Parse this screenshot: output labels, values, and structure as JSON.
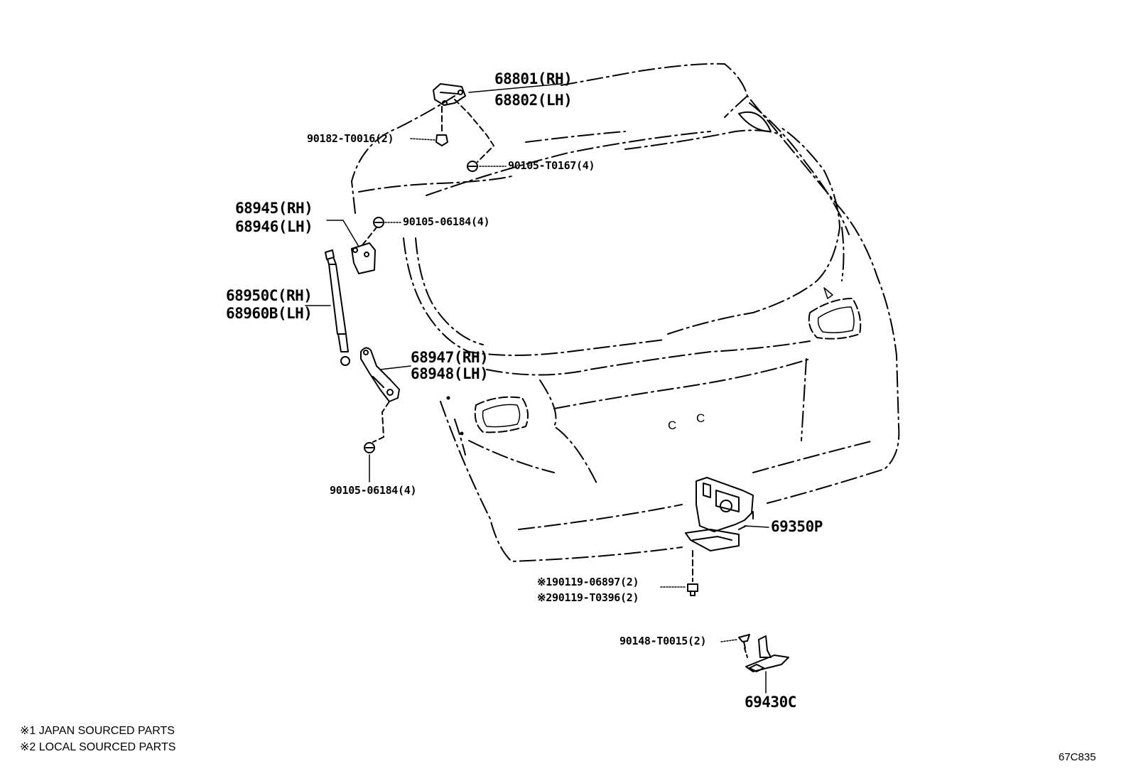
{
  "labels": {
    "hinge": {
      "rh": "68801(RH)",
      "lh": "68802(LH)"
    },
    "nut_hinge": "90182-T0016(2)",
    "bolt_hinge": "90105-T0167(4)",
    "upper_bracket": {
      "rh": "68945(RH)",
      "lh": "68946(LH)"
    },
    "bolt_upper_bracket": "90105-06184(4)",
    "damper": {
      "rh": "68950C(RH)",
      "lh": "68960B(LH)"
    },
    "lower_bracket": {
      "rh": "68947(RH)",
      "lh": "68948(LH)"
    },
    "bolt_lower_bracket": "90105-06184(4)",
    "lock": "69350P",
    "lock_bolt": {
      "line1": "※190119-06897(2)",
      "line2": "※290119-T0396(2)"
    },
    "striker_screw": "90148-T0015(2)",
    "striker": "69430C"
  },
  "notes": {
    "note1": "※1 JAPAN SOURCED PARTS",
    "note2": "※2 LOCAL SOURCED PARTS"
  },
  "diagram_code": "67C835",
  "door_marks": {
    "mark1": "C",
    "mark2": "C"
  }
}
